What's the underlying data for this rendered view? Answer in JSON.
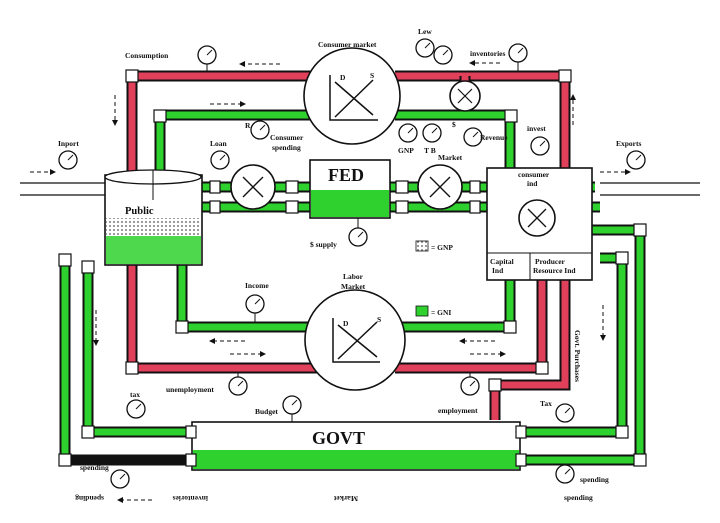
{
  "diagram": {
    "fed_label": "FED",
    "govt_label": "GOVT",
    "public_label": "Public",
    "consumer_market_label": "Consumer market",
    "labor_market_label_1": "Labor",
    "labor_market_label_2": "Market",
    "curve_d": "D",
    "curve_s": "S",
    "labels": {
      "consumption": "Consumption",
      "inventories": "inventories",
      "import": "Inport",
      "exports": "Exports",
      "loan": "Loan",
      "consumer_spending_1": "Consumer",
      "consumer_spending_2": "spending",
      "gnp_gauge": "GNP",
      "tb_gauge": "T B",
      "dollar_market_1": "$",
      "dollar_market_2": "Market",
      "revenue": "Revenue",
      "invest": "invest",
      "consumer_ind_1": "consumer",
      "consumer_ind_2": "ind",
      "capital_ind_1": "Capital",
      "capital_ind_2": "Ind",
      "producer_ind_1": "Producer",
      "producer_ind_2": "Resource Ind",
      "money_supply": "$ supply",
      "income": "Income",
      "unemployment": "unemployment",
      "employment": "employment",
      "budget": "Budget",
      "tax_left": "tax",
      "tax_right": "Tax",
      "govt_purchases": "Govt. Purchases",
      "spending_left": "spending",
      "spending_right": "spending",
      "bottom_spending": "spending",
      "bottom_inventories": "inventories",
      "bottom_market": "Market",
      "bottom_spending_right": "spending",
      "rate_top": "Lew",
      "rs": "R"
    },
    "legend": [
      {
        "swatch": "#dcdcdc",
        "label": "= GNP"
      },
      {
        "swatch": "#2fd12f",
        "label": "= GNI"
      }
    ]
  },
  "colors": {
    "green_flow": "#2fd12f",
    "red_flow": "#e0405a",
    "outline": "#111111"
  }
}
